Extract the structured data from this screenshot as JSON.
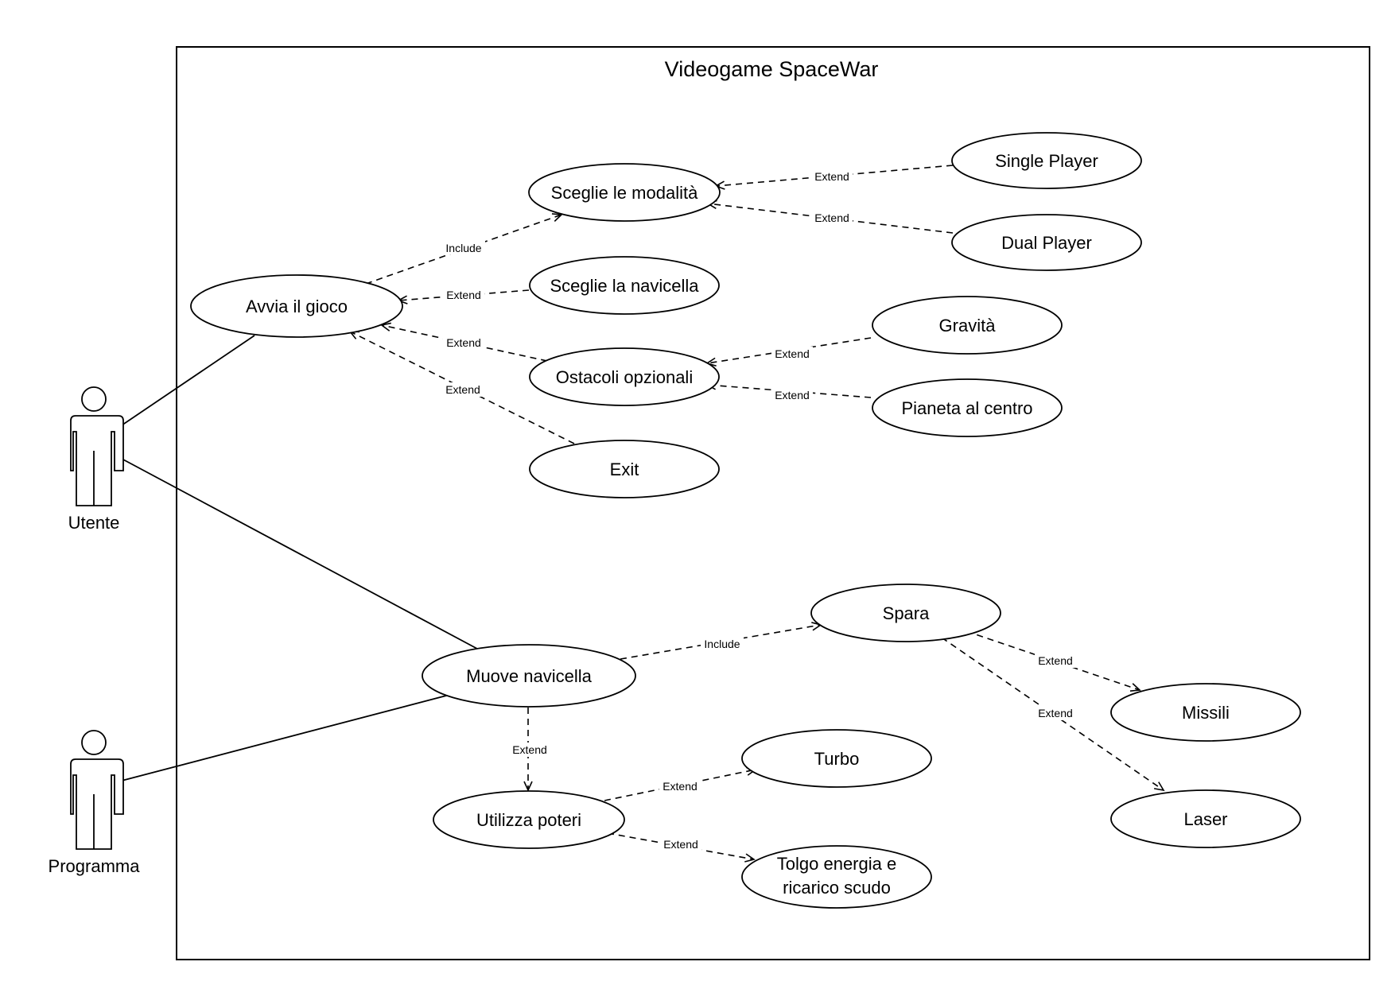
{
  "system": {
    "title": "Videogame SpaceWar"
  },
  "actors": {
    "utente": "Utente",
    "programma": "Programma"
  },
  "use_cases": {
    "avvia_il_gioco": "Avvia il gioco",
    "sceglie_le_modalita": "Sceglie le modalità",
    "single_player": "Single Player",
    "dual_player": "Dual Player",
    "sceglie_la_navicella": "Sceglie la navicella",
    "ostacoli_opzionali": "Ostacoli opzionali",
    "gravita": "Gravità",
    "pianeta_al_centro": "Pianeta al centro",
    "exit": "Exit",
    "muove_navicella": "Muove navicella",
    "spara": "Spara",
    "missili": "Missili",
    "laser": "Laser",
    "utilizza_poteri": "Utilizza poteri",
    "turbo": "Turbo",
    "tolgo_energia_line1": "Tolgo energia e",
    "tolgo_energia_line2": "ricarico scudo"
  },
  "relations": {
    "include_modalita": "Include",
    "extend_single": "Extend",
    "extend_dual": "Extend",
    "extend_navicella": "Extend",
    "extend_ostacoli": "Extend",
    "extend_exit": "Extend",
    "extend_gravita": "Extend",
    "extend_pianeta": "Extend",
    "include_spara": "Include",
    "extend_missili": "Extend",
    "extend_laser": "Extend",
    "extend_poteri": "Extend",
    "extend_turbo": "Extend",
    "extend_tolgo": "Extend"
  }
}
